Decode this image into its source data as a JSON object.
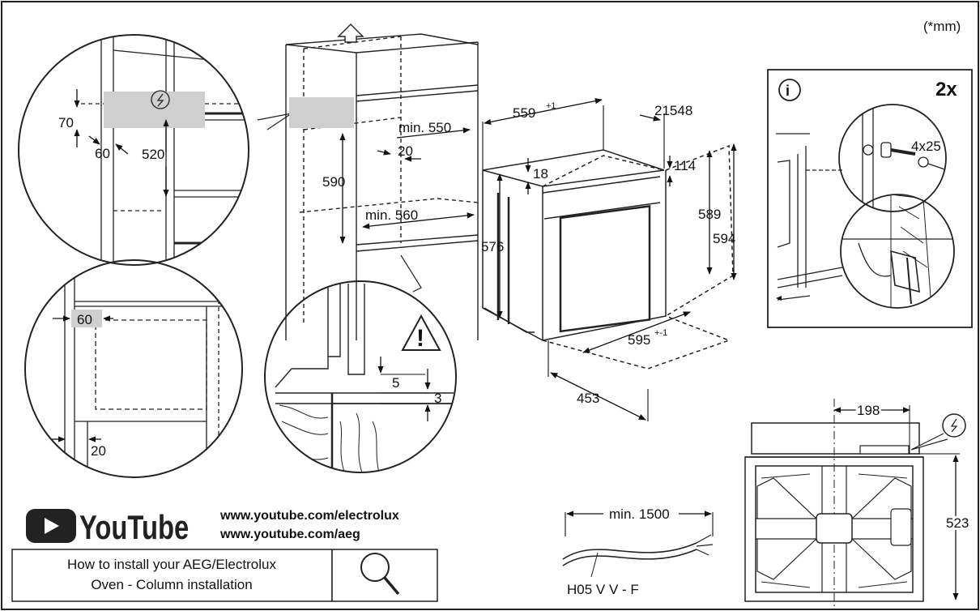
{
  "unit_note": "(*mm)",
  "detail_top_left": {
    "d70": "70",
    "d60": "60",
    "d520": "520"
  },
  "detail_bottom_left": {
    "d60": "60",
    "d20": "20"
  },
  "cabinet": {
    "d590": "590",
    "min550": "min. 550",
    "d20": "20",
    "min560": "min. 560"
  },
  "detail_floor": {
    "d5": "5",
    "d3": "3"
  },
  "oven": {
    "width_top": "559",
    "width_top_tol": "+1",
    "d21548": "21548",
    "d18": "18",
    "d114": "114",
    "d576": "576",
    "d589": "589",
    "d594": "594",
    "width_bottom": "595",
    "width_bottom_tol": "+-1",
    "d453": "453"
  },
  "info_panel": {
    "info_symbol": "i",
    "count": "2x",
    "screw": "4x25"
  },
  "youtube": {
    "brand": "YouTube",
    "link1": "www.youtube.com/electrolux",
    "link2": "www.youtube.com/aeg"
  },
  "search_box": {
    "line1": "How to install your AEG/Electrolux",
    "line2": "Oven - Column installation"
  },
  "cable": {
    "min_length": "min. 1500",
    "type": "H05 V V - F"
  },
  "top_view": {
    "d198": "198",
    "d523": "523"
  }
}
